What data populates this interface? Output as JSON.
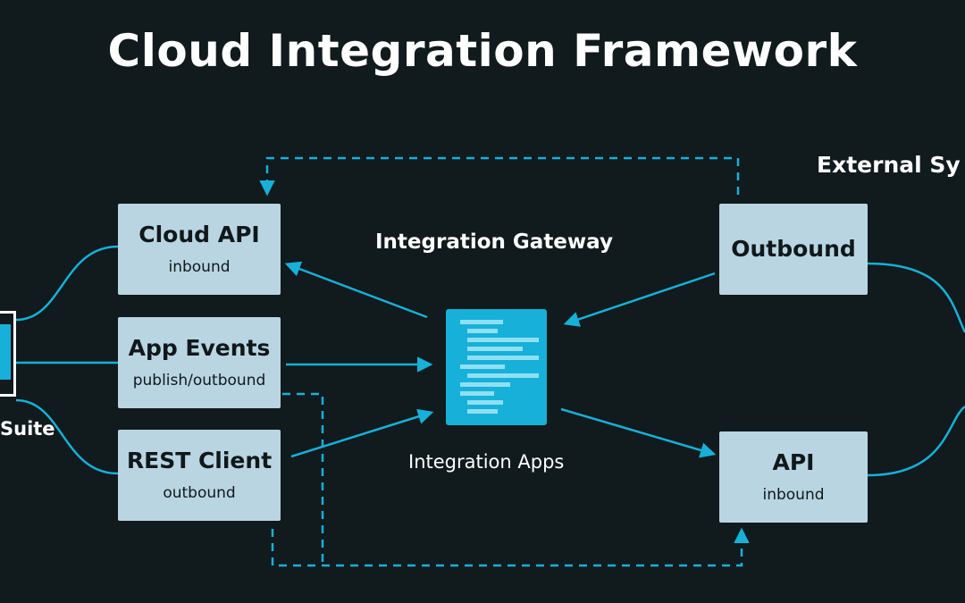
{
  "title": "Cloud Integration Framework",
  "labels": {
    "gateway": "Integration Gateway",
    "external": "External Sy",
    "suite": "Suite",
    "apps": "Integration Apps"
  },
  "boxes": {
    "cloud_api": {
      "name": "Cloud API",
      "sub": "inbound"
    },
    "app_events": {
      "name": "App Events",
      "sub": "publish/outbound"
    },
    "rest_client": {
      "name": "REST Client",
      "sub": "outbound"
    },
    "outbound": {
      "name": "Outbound"
    },
    "api": {
      "name": "API",
      "sub": "inbound"
    }
  },
  "colors": {
    "background": "#111a1d",
    "box_fill": "#b9d5e1",
    "accent": "#17b0d9",
    "text_light": "#ffffff",
    "text_dark": "#10181b"
  },
  "icons": {
    "integration_apps": "document-icon",
    "suite": "device-icon"
  }
}
